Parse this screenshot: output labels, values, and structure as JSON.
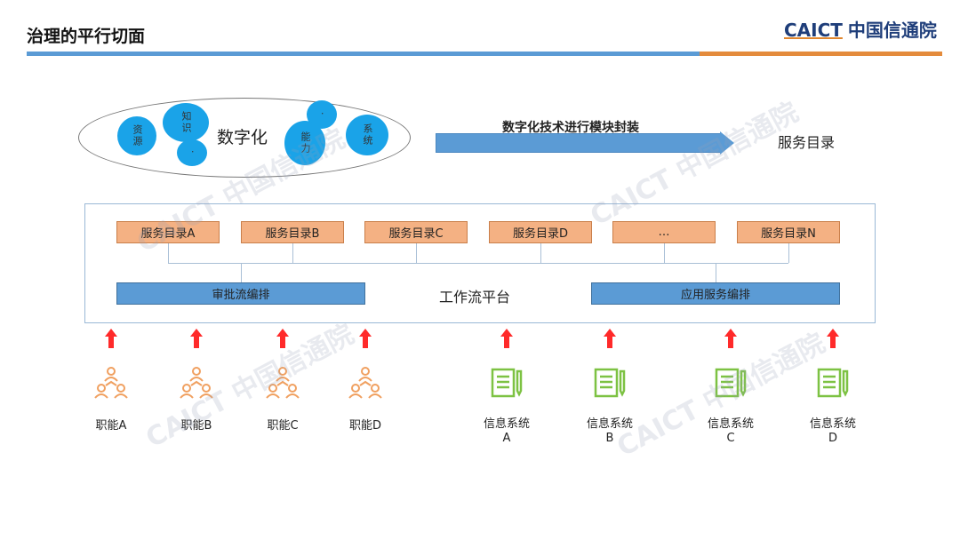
{
  "header": {
    "title": "治理的平行切面",
    "logo_en": "CAICT",
    "logo_cn": "中国信通院"
  },
  "digital": {
    "label": "数字化",
    "circles": [
      "资源",
      "知识",
      "·",
      "·",
      "能力",
      "系统"
    ]
  },
  "arrow_label": "数字化技术进行模块封装",
  "target_label": "服务目录",
  "platform": {
    "services": [
      "服务目录A",
      "服务目录B",
      "服务目录C",
      "服务目录D",
      "…",
      "服务目录N"
    ],
    "left_bar": "审批流编排",
    "center": "工作流平台",
    "right_bar": "应用服务编排"
  },
  "functions": [
    "职能A",
    "职能B",
    "职能C",
    "职能D"
  ],
  "systems": [
    "信息系统\nA",
    "信息系统\nB",
    "信息系统\nC",
    "信息系统\nD"
  ],
  "colors": {
    "blue": "#5b9bd5",
    "orange": "#f4b183",
    "arrow": "#ff2a2a",
    "person": "#f0a060",
    "doc": "#7dc243"
  },
  "watermark": "CAICT 中国信通院"
}
